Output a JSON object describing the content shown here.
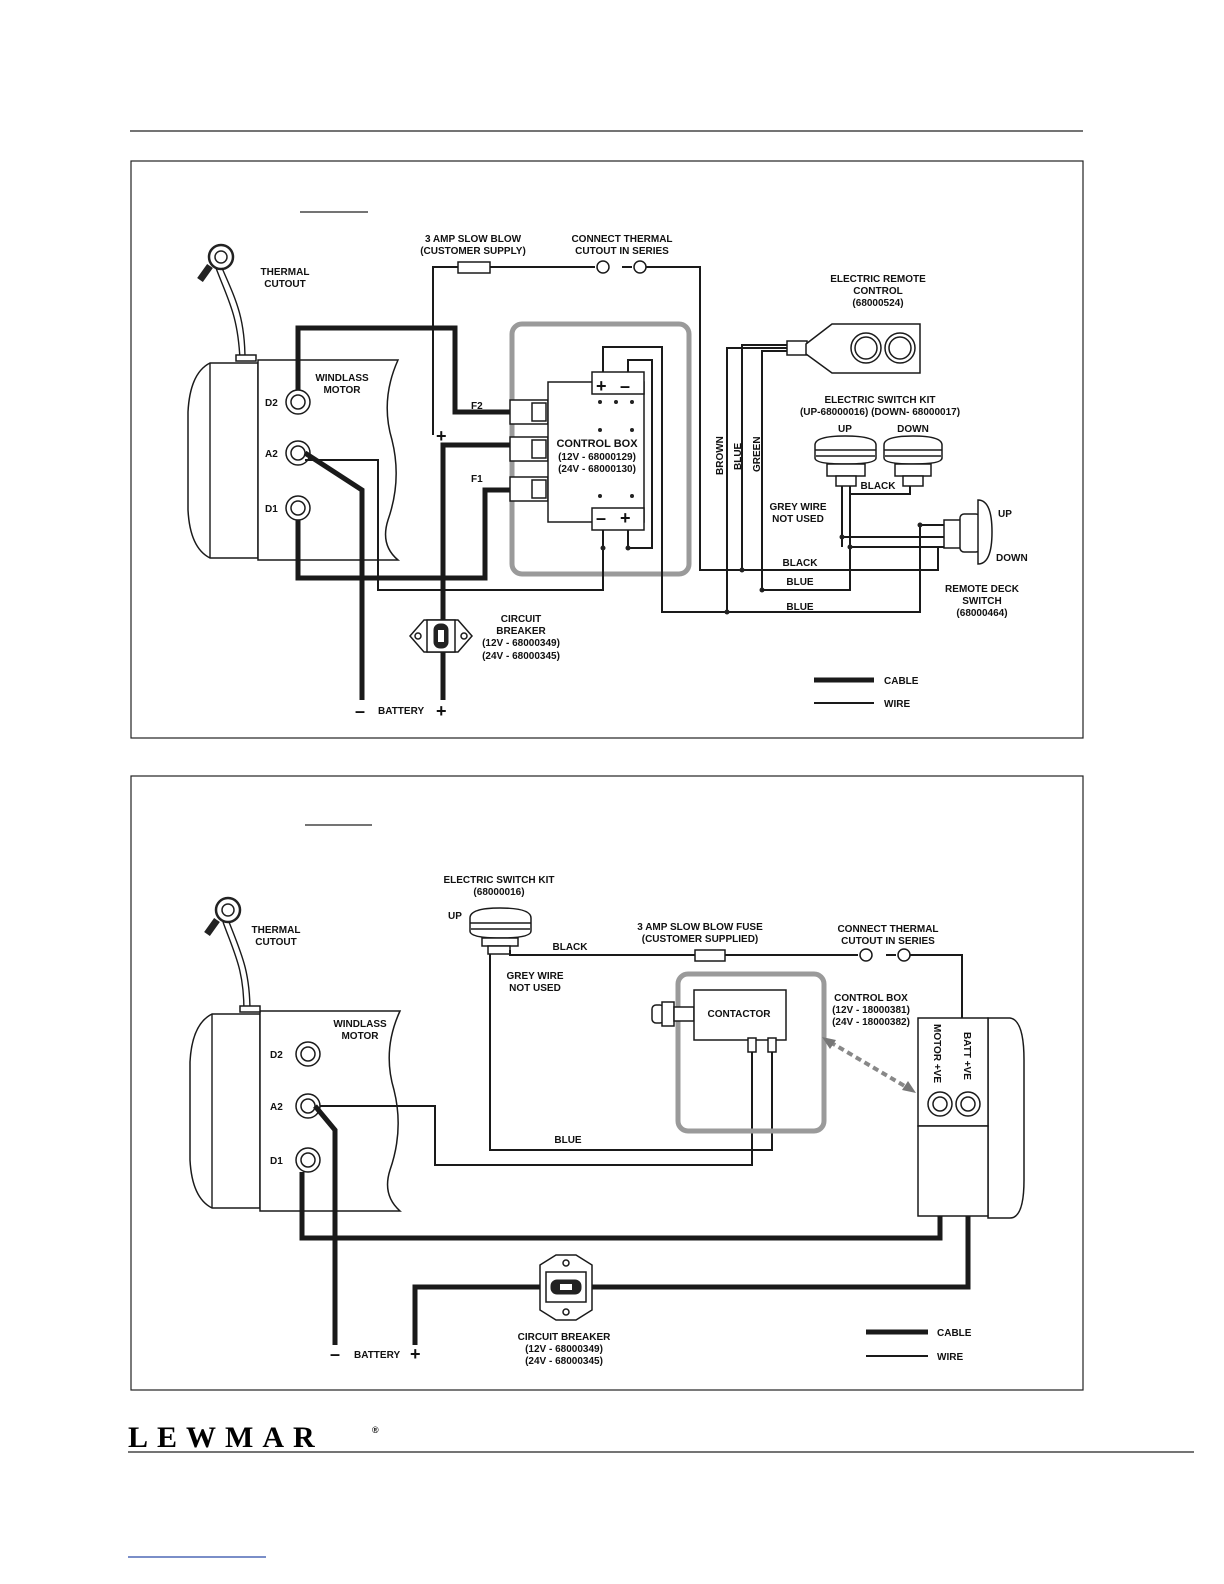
{
  "brand": {
    "name": "LEWMAR",
    "mark": "®"
  },
  "diagram1": {
    "fuse_label": [
      "3 AMP SLOW BLOW",
      "(CUSTOMER SUPPLY)"
    ],
    "thermal_series_label": [
      "CONNECT THERMAL",
      "CUTOUT IN SERIES"
    ],
    "thermal_cutout_label": [
      "THERMAL",
      "CUTOUT"
    ],
    "motor_label": [
      "WINDLASS",
      "MOTOR"
    ],
    "terminals": {
      "d2": "D2",
      "a2": "A2",
      "d1": "D1",
      "f2": "F2",
      "f1": "F1"
    },
    "control_box_label": [
      "CONTROL BOX",
      "(12V - 68000129)",
      "(24V - 68000130)"
    ],
    "remote_label": [
      "ELECTRIC REMOTE",
      "CONTROL",
      "(68000524)"
    ],
    "switch_kit_label": [
      "ELECTRIC SWITCH KIT",
      "(UP-68000016) (DOWN- 68000017)"
    ],
    "switch_up": "UP",
    "switch_down": "DOWN",
    "vertical_wires": [
      "BROWN",
      "BLUE",
      "GREEN"
    ],
    "black_between": "BLACK",
    "grey_wire_label": [
      "GREY WIRE",
      "NOT USED"
    ],
    "deck_up": "UP",
    "deck_down": "DOWN",
    "deck_switch_label": [
      "REMOTE DECK",
      "SWITCH",
      "(68000464)"
    ],
    "wire_black": "BLACK",
    "wire_blue_1": "BLUE",
    "wire_blue_2": "BLUE",
    "breaker_label": [
      "CIRCUIT",
      "BREAKER",
      "(12V - 68000349)",
      "(24V - 68000345)"
    ],
    "battery_label": "BATTERY",
    "minus": "–",
    "plus": "+",
    "legend_cable": "CABLE",
    "legend_wire": "WIRE"
  },
  "diagram2": {
    "switch_kit_label": [
      "ELECTRIC SWITCH KIT",
      "(68000016)"
    ],
    "switch_up": "UP",
    "wire_black": "BLACK",
    "grey_wire_label": [
      "GREY WIRE",
      "NOT USED"
    ],
    "fuse_label": [
      "3 AMP SLOW BLOW FUSE",
      "(CUSTOMER SUPPLIED)"
    ],
    "thermal_series_label": [
      "CONNECT THERMAL",
      "CUTOUT IN SERIES"
    ],
    "thermal_cutout_label": [
      "THERMAL",
      "CUTOUT"
    ],
    "motor_label": [
      "WINDLASS",
      "MOTOR"
    ],
    "terminals": {
      "d2": "D2",
      "a2": "A2",
      "d1": "D1"
    },
    "contactor_label": "CONTACTOR",
    "control_box_label": [
      "CONTROL BOX",
      "(12V - 18000381)",
      "(24V - 18000382)"
    ],
    "motor_ve": "MOTOR +VE",
    "batt_ve": "BATT +VE",
    "wire_blue": "BLUE",
    "breaker_label": [
      "CIRCUIT BREAKER",
      "(12V - 68000349)",
      "(24V - 68000345)"
    ],
    "battery_label": "BATTERY",
    "minus": "–",
    "plus": "+",
    "legend_cable": "CABLE",
    "legend_wire": "WIRE"
  }
}
